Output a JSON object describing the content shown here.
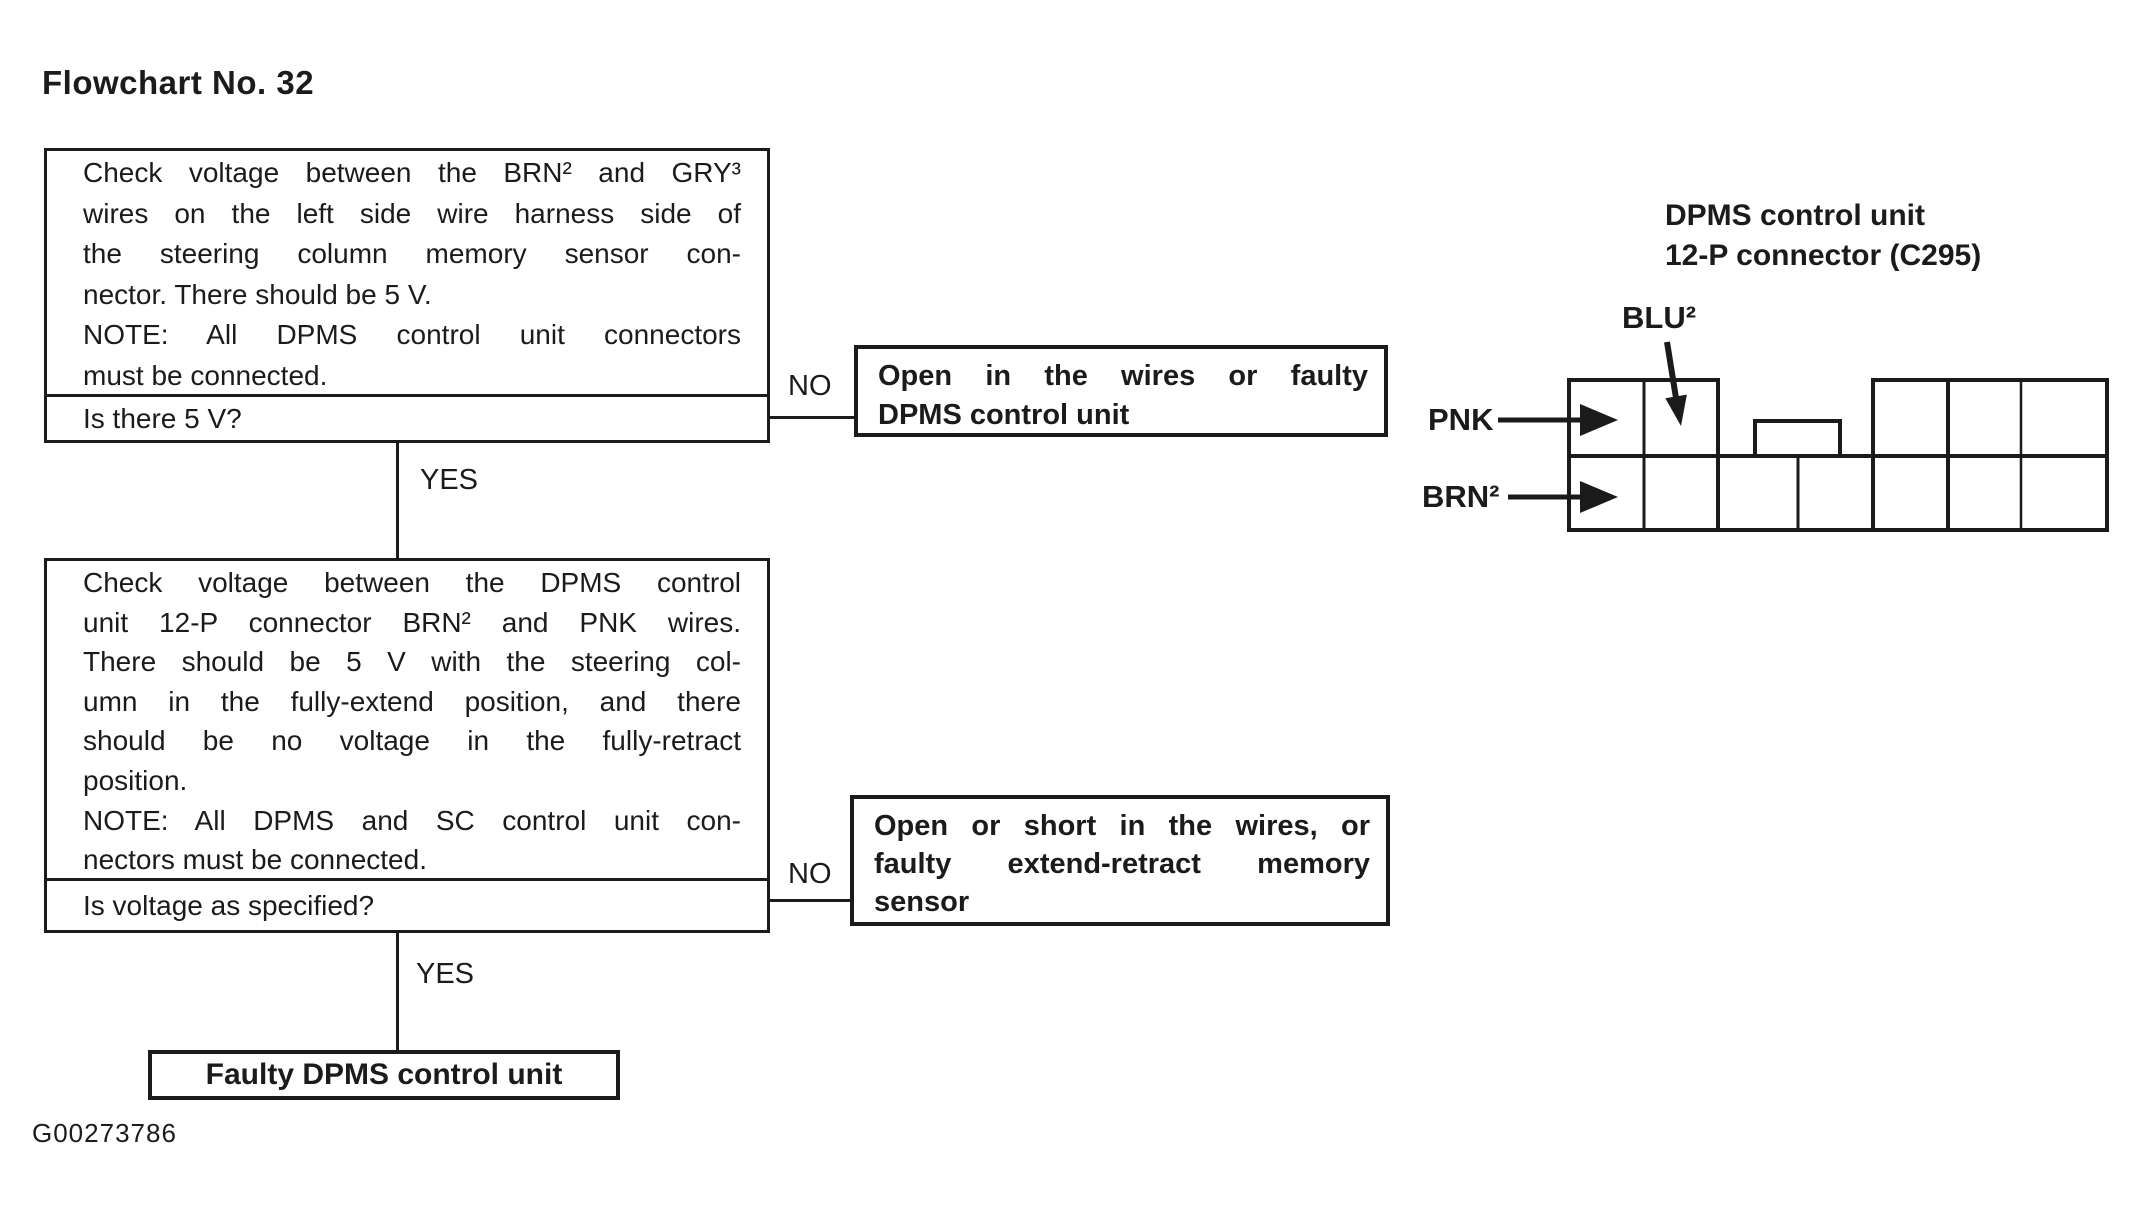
{
  "title": "Flowchart No. 32",
  "figure_code": "G00273786",
  "colors": {
    "ink": "#1b1b1b",
    "paper": "#ffffff"
  },
  "flow": {
    "step1": {
      "lines": [
        {
          "t": "Check voltage between the BRN² and GRY³",
          "j": true
        },
        {
          "t": "wires on the left side wire harness side of",
          "j": true
        },
        {
          "t": "the steering column memory sensor con-",
          "j": true
        },
        {
          "t": "nector. There should be 5 V.",
          "j": false
        },
        {
          "t": "NOTE: All DPMS control unit connectors",
          "j": true
        },
        {
          "t": "must be connected.",
          "j": false
        }
      ],
      "question": "Is there 5 V?",
      "no_label": "NO",
      "yes_label": "YES",
      "no_result_lines": [
        {
          "t": "Open in the wires or faulty",
          "j": true
        },
        {
          "t": "DPMS control unit",
          "j": false
        }
      ]
    },
    "step2": {
      "lines": [
        {
          "t": "Check voltage between the DPMS control",
          "j": true
        },
        {
          "t": "unit 12-P connector BRN² and PNK wires.",
          "j": true
        },
        {
          "t": "There should be 5 V with the steering col-",
          "j": true
        },
        {
          "t": "umn in the fully-extend position, and there",
          "j": true
        },
        {
          "t": "should be no voltage in the fully-retract",
          "j": true
        },
        {
          "t": "position.",
          "j": false
        },
        {
          "t": "NOTE: All DPMS and SC control unit con-",
          "j": true
        },
        {
          "t": "nectors must be connected.",
          "j": false
        }
      ],
      "question": "Is voltage as specified?",
      "no_label": "NO",
      "yes_label": "YES",
      "no_result_lines": [
        {
          "t": "Open or short in the wires, or",
          "j": true
        },
        {
          "t": "faulty extend-retract memory",
          "j": true
        },
        {
          "t": "sensor",
          "j": false
        }
      ]
    },
    "final_result": "Faulty DPMS control unit"
  },
  "connector": {
    "title_lines": [
      "DPMS control unit",
      "12-P connector (C295)"
    ],
    "pin_labels": {
      "pnk": "PNK",
      "brn": "BRN²",
      "blu": "BLU²"
    }
  }
}
